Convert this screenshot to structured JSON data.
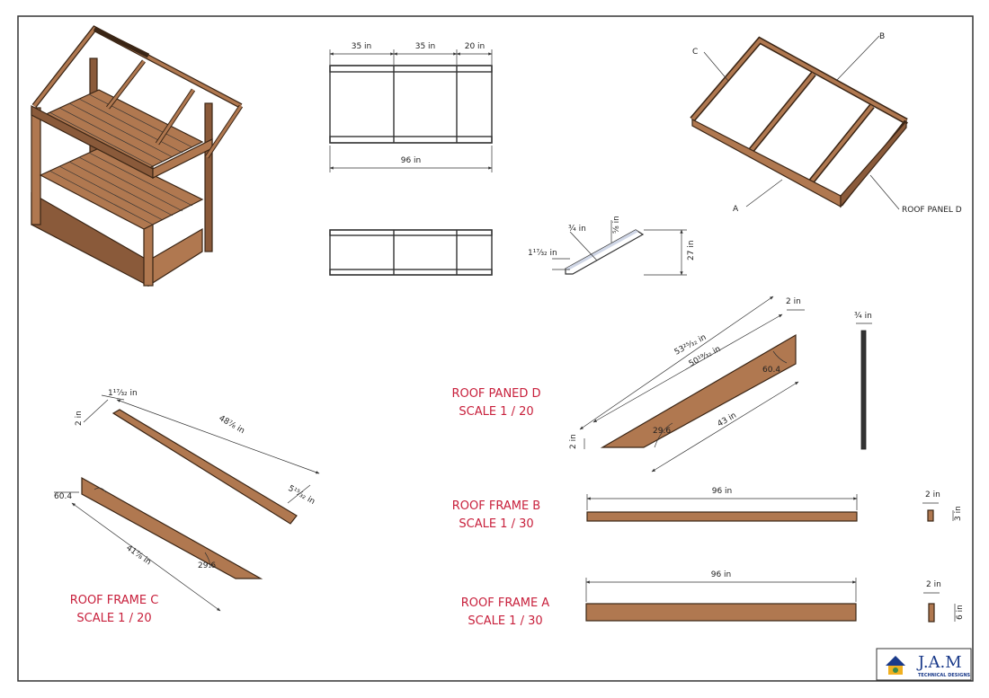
{
  "front_view": {
    "dim_1": "35 in",
    "dim_2": "35 in",
    "dim_3": "20 in",
    "dim_total": "96 in"
  },
  "section_view": {
    "dim_top": "¾ in",
    "dim_side": "⅝ in",
    "dim_left": "1¹⁷⁄₃₂ in",
    "dim_height": "27 in"
  },
  "callouts": {
    "a": "A",
    "b": "B",
    "c": "C",
    "d": "ROOF PANEL D"
  },
  "panel_d": {
    "label_line1": "ROOF PANED D",
    "label_line2": "SCALE 1 / 20",
    "dim_outer": "53²⁵⁄₃₂ in",
    "dim_inner": "50¹⁹⁄₃₂ in",
    "dim_bottom": "43 in",
    "dim_top": "2 in",
    "dim_left": "2 in",
    "angle_1": "29.6",
    "angle_2": "60.4",
    "side_thickness": "¾ in"
  },
  "frame_c": {
    "label_line1": "ROOF FRAME C",
    "label_line2": "SCALE 1 / 20",
    "dim_top_small": "1¹⁷⁄₃₂ in",
    "dim_left": "2 in",
    "dim_long": "48⅞ in",
    "dim_right": "5¹⁵⁄₃₂ in",
    "dim_lower": "41⅞ in",
    "angle_1": "60.4",
    "angle_2": "29.6"
  },
  "frame_b": {
    "label_line1": "ROOF FRAME B",
    "label_line2": "SCALE 1 / 30",
    "dim_length": "96 in",
    "dim_width": "2 in",
    "dim_height": "3 in"
  },
  "frame_a": {
    "label_line1": "ROOF FRAME A",
    "label_line2": "SCALE 1 / 30",
    "dim_length": "96 in",
    "dim_width": "2 in",
    "dim_height": "6 in"
  },
  "logo": {
    "title": "J.A.M",
    "subtitle": "TECHNICAL DESIGNS"
  }
}
